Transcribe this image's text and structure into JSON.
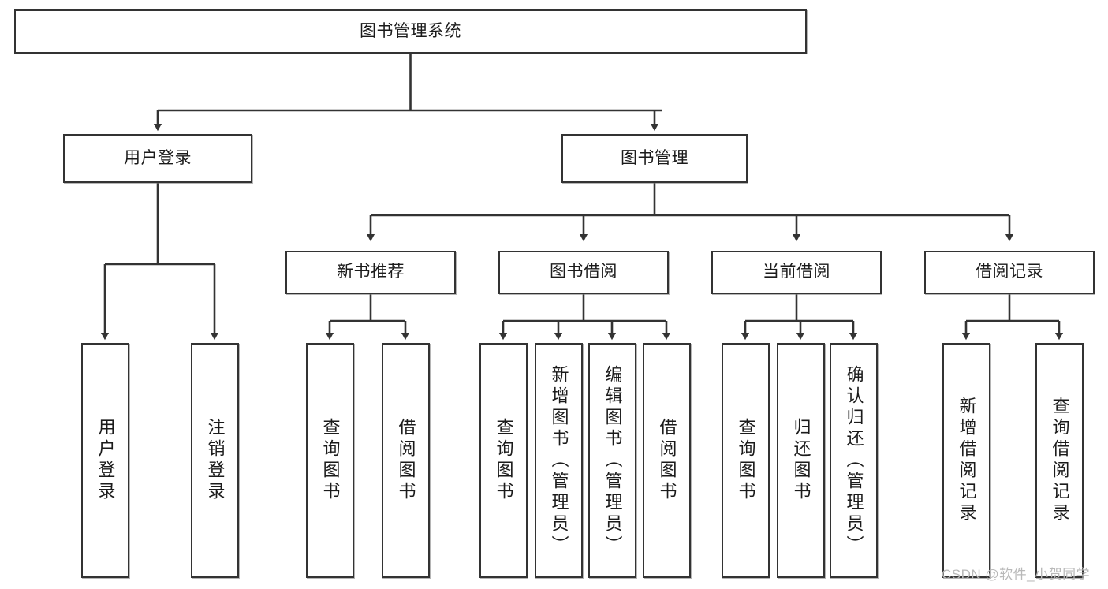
{
  "diagram": {
    "title": "图书管理系统",
    "type": "tree-hierarchy-chart",
    "watermark": "CSDN @软件_小贺同学",
    "colors": {
      "box_border": "#333333",
      "box_fill": "#ffffff",
      "connector": "#333333",
      "text": "#1b1b1b",
      "watermark": "#b9b9b9",
      "background": "#ffffff"
    },
    "nodes": {
      "root": {
        "label": "图书管理系统"
      },
      "level2": [
        {
          "label": "用户登录"
        },
        {
          "label": "图书管理"
        }
      ],
      "level3": [
        {
          "label": "新书推荐"
        },
        {
          "label": "图书借阅"
        },
        {
          "label": "当前借阅"
        },
        {
          "label": "借阅记录"
        }
      ],
      "leaves": {
        "user_login": [
          {
            "label": "用户登录"
          },
          {
            "label": "注销登录"
          }
        ],
        "new_book_recommend": [
          {
            "label": "查询图书"
          },
          {
            "label": "借阅图书"
          }
        ],
        "book_borrow": [
          {
            "label": "查询图书"
          },
          {
            "label": "新增图书（管理员）"
          },
          {
            "label": "编辑图书（管理员）"
          },
          {
            "label": "借阅图书"
          }
        ],
        "current_borrow": [
          {
            "label": "查询图书"
          },
          {
            "label": "归还图书"
          },
          {
            "label": "确认归还（管理员）"
          }
        ],
        "borrow_record": [
          {
            "label": "新增借阅记录"
          },
          {
            "label": "查询借阅记录"
          }
        ]
      }
    }
  }
}
